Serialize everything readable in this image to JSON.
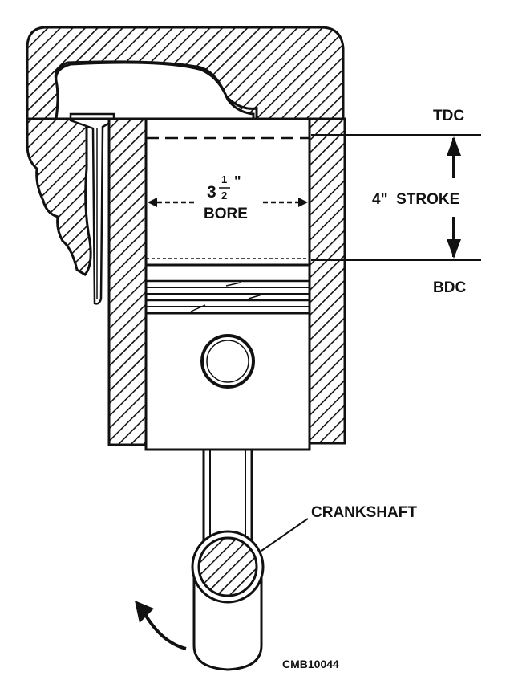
{
  "labels": {
    "tdc": "TDC",
    "bdc": "BDC",
    "stroke": "4\"  STROKE",
    "bore_whole": "3",
    "bore_numerator": "1",
    "bore_denominator": "2",
    "bore_inch_mark": "\"",
    "bore_word": "BORE",
    "crankshaft": "CRANKSHAFT",
    "figure_code": "CMB10044"
  },
  "colors": {
    "ink": "#111111",
    "paper": "#ffffff"
  }
}
